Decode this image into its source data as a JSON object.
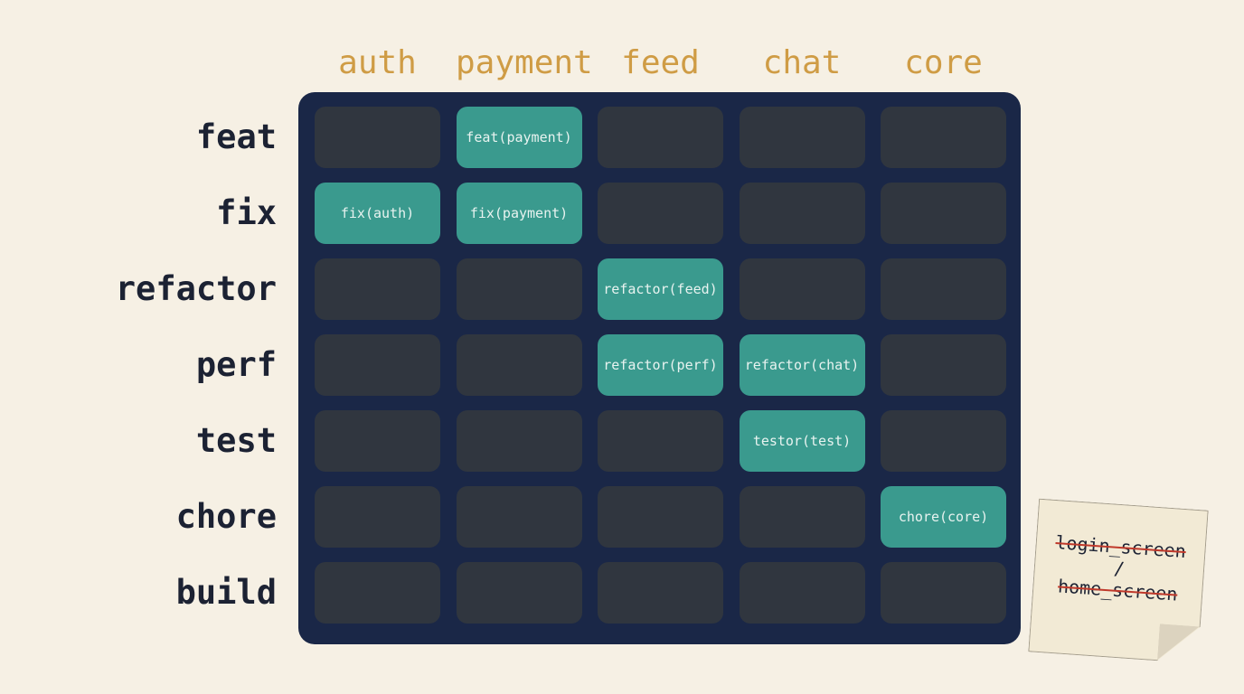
{
  "columns": [
    "auth",
    "payment",
    "feed",
    "chat",
    "core"
  ],
  "rows": [
    "feat",
    "fix",
    "refactor",
    "perf",
    "test",
    "chore",
    "build"
  ],
  "cells": [
    {
      "row": 0,
      "col": 1,
      "label": "feat(payment)"
    },
    {
      "row": 1,
      "col": 0,
      "label": "fix(auth)"
    },
    {
      "row": 1,
      "col": 1,
      "label": "fix(payment)"
    },
    {
      "row": 2,
      "col": 2,
      "label": "refactor(feed)"
    },
    {
      "row": 3,
      "col": 2,
      "label": "refactor(perf)"
    },
    {
      "row": 3,
      "col": 3,
      "label": "refactor(chat)"
    },
    {
      "row": 4,
      "col": 3,
      "label": "testor(test)"
    },
    {
      "row": 5,
      "col": 4,
      "label": "chore(core)"
    }
  ],
  "colors": {
    "background": "#f6f0e4",
    "board": "#1a2747",
    "empty_cell": "#30363f",
    "active_cell": "#3a9a8e",
    "column_header": "#cf9c45",
    "row_header": "#1c2233",
    "strike": "#c0392b"
  },
  "sticky_note": {
    "line1": "login_screen",
    "separator": "/",
    "line2": "home_screen"
  }
}
